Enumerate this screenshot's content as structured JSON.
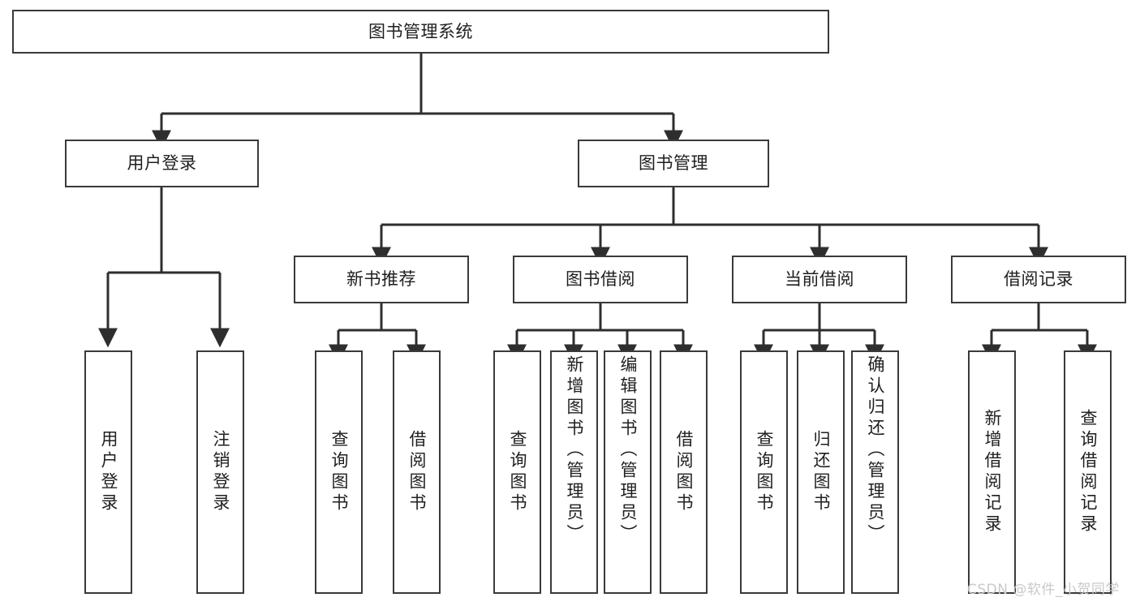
{
  "diagram": {
    "type": "tree",
    "title": "图书管理系统",
    "watermark": "CSDN @软件_小贺同学",
    "colors": {
      "box_border": "#3a3a3a",
      "box_fill": "#ffffff",
      "edge": "#2e2e2e",
      "text": "#1f1f1f",
      "watermark": "#c9c9c9",
      "background": "#ffffff"
    },
    "root": {
      "label": "图书管理系统"
    },
    "level2": [
      {
        "label": "用户登录"
      },
      {
        "label": "图书管理"
      }
    ],
    "level3": [
      {
        "label": "新书推荐"
      },
      {
        "label": "图书借阅"
      },
      {
        "label": "当前借阅"
      },
      {
        "label": "借阅记录"
      }
    ],
    "leaves_user_login": [
      {
        "label": "用户登录"
      },
      {
        "label": "注销登录"
      }
    ],
    "leaves_new_book": [
      {
        "label": "查询图书"
      },
      {
        "label": "借阅图书"
      }
    ],
    "leaves_borrow": [
      {
        "label": "查询图书"
      },
      {
        "label": "新增图书（管理员）"
      },
      {
        "label": "编辑图书（管理员）"
      },
      {
        "label": "借阅图书"
      }
    ],
    "leaves_current": [
      {
        "label": "查询图书"
      },
      {
        "label": "归还图书"
      },
      {
        "label": "确认归还（管理员）"
      }
    ],
    "leaves_record": [
      {
        "label": "新增借阅记录"
      },
      {
        "label": "查询借阅记录"
      }
    ]
  }
}
